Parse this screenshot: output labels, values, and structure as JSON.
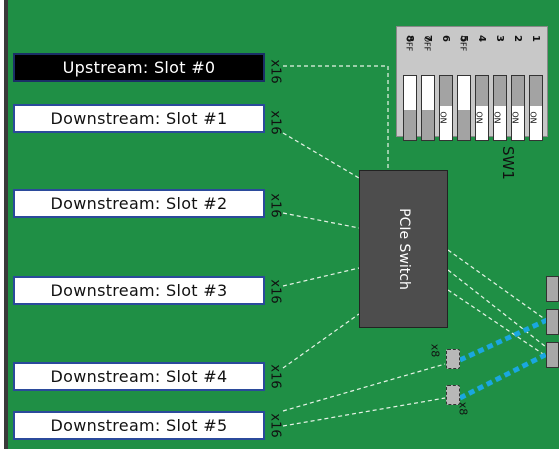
{
  "slots": [
    {
      "label": "Upstream: Slot #0",
      "lanes": "x16",
      "role": "upstream"
    },
    {
      "label": "Downstream: Slot #1",
      "lanes": "x16",
      "role": "downstream"
    },
    {
      "label": "Downstream: Slot #2",
      "lanes": "x16",
      "role": "downstream"
    },
    {
      "label": "Downstream: Slot #3",
      "lanes": "x16",
      "role": "downstream"
    },
    {
      "label": "Downstream: Slot #4",
      "lanes": "x16",
      "role": "downstream"
    },
    {
      "label": "Downstream: Slot #5",
      "lanes": "x16",
      "role": "downstream"
    }
  ],
  "pcie_switch": {
    "label": "PCIe Switch"
  },
  "dip_switch": {
    "label": "SW1",
    "switches": [
      {
        "number": "8",
        "state": "OFF"
      },
      {
        "number": "7",
        "state": "OFF"
      },
      {
        "number": "6",
        "state": "ON"
      },
      {
        "number": "5",
        "state": "OFF"
      },
      {
        "number": "4",
        "state": "ON"
      },
      {
        "number": "3",
        "state": "ON"
      },
      {
        "number": "2",
        "state": "ON"
      },
      {
        "number": "1",
        "state": "ON"
      }
    ]
  },
  "cable_ports": [
    {
      "lanes": "x8"
    },
    {
      "lanes": "x8"
    }
  ],
  "colors": {
    "board": "#1f8f45",
    "switch_chip": "#4d4d4d",
    "cable": "#1aa7e0",
    "slot_border": "#2b4a9b",
    "upstream_fill": "#000000"
  }
}
